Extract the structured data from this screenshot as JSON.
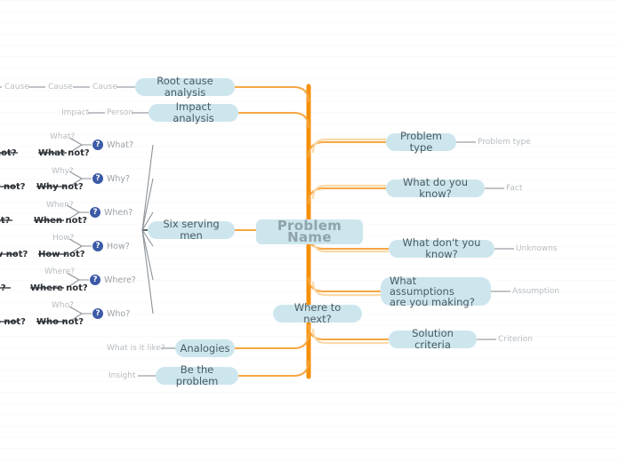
{
  "diagram": {
    "title": "Problem Name",
    "type": "mind-map",
    "colors": {
      "trunk": "#f5900c",
      "branch": "#f7a742",
      "branch_faint": "#fad9a8",
      "node_fill": "#cde6ee",
      "node_text": "#4a5a63",
      "root_text": "#8fa3ad",
      "gray_line": "#9aa1a7",
      "gray_text": "#b7bdc2",
      "dark_text": "#2a2f34",
      "question_icon": "#3c5aa6"
    }
  },
  "root": {
    "label": "Problem Name"
  },
  "nodes": {
    "root_cause_analysis": "Root cause analysis",
    "impact_analysis": "Impact analysis",
    "six_serving_men": "Six serving men",
    "analogies": "Analogies",
    "be_the_problem": "Be the problem",
    "where_to_next": "Where to next?",
    "problem_type": "Problem type",
    "what_do_you_know": "What do you know?",
    "what_dont_you_know": "What don't you know?",
    "what_assumptions": "What assumptions\nare you making?",
    "solution_criteria": "Solution criteria"
  },
  "leaf_labels": {
    "cause_1": "Cause",
    "cause_2": "Cause",
    "cause_3": "Cause",
    "impact": "Impact",
    "person": "Person",
    "what_is_it_like": "What is it like?",
    "insight": "Insight",
    "problem_type": "Problem type",
    "fact": "Fact",
    "unknowns": "Unknowns",
    "assumption": "Assumption",
    "criterion": "Criterion"
  },
  "six_serving_men": [
    {
      "icon": "question-icon",
      "icon_glyph": "?",
      "label": "What?",
      "positive": "What?",
      "negative": "What not?",
      "negative_tail": "not?"
    },
    {
      "icon": "question-icon",
      "icon_glyph": "?",
      "label": "Why?",
      "positive": "Why?",
      "negative": "Why not?",
      "negative_tail": "y not?"
    },
    {
      "icon": "question-icon",
      "icon_glyph": "?",
      "label": "When?",
      "positive": "When?",
      "negative": "When not?",
      "negative_tail": "ot?"
    },
    {
      "icon": "question-icon",
      "icon_glyph": "?",
      "label": "How?",
      "positive": "How?",
      "negative": "How not?",
      "negative_tail": "w not?"
    },
    {
      "icon": "question-icon",
      "icon_glyph": "?",
      "label": "Where?",
      "positive": "Where?",
      "negative": "Where not?",
      "negative_tail": "e?"
    },
    {
      "icon": "question-icon",
      "icon_glyph": "?",
      "label": "Who?",
      "positive": "Who?",
      "negative": "Who not?",
      "negative_tail": "o not?"
    }
  ]
}
